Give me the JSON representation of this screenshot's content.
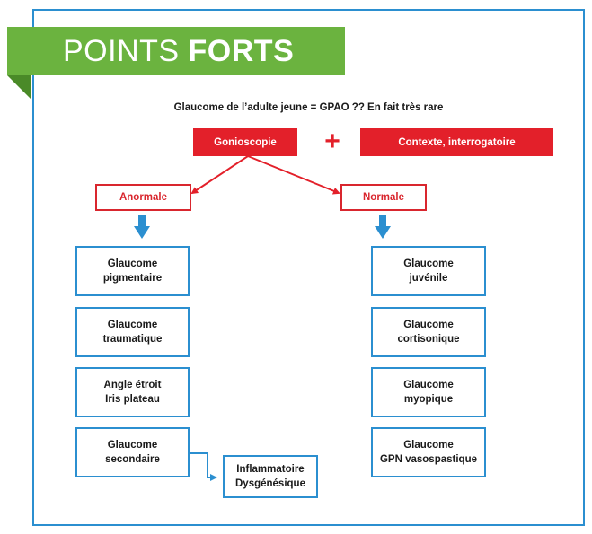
{
  "banner": {
    "title_light": "POINTS ",
    "title_bold": "FORTS"
  },
  "headline": "Glaucome de l’adulte jeune = GPAO ?? En fait très rare",
  "top": {
    "left_box": "Gonioscopie",
    "plus": "+",
    "right_box": "Contexte, interrogatoire"
  },
  "branches": {
    "left": "Anormale",
    "right": "Normale"
  },
  "left_column": [
    {
      "line1": "Glaucome",
      "line2": "pigmentaire"
    },
    {
      "line1": "Glaucome",
      "line2": "traumatique"
    },
    {
      "line1": "Angle étroit",
      "line2": "Iris plateau"
    },
    {
      "line1": "Glaucome",
      "line2": "secondaire"
    }
  ],
  "secondary_child": {
    "line1": "Inflammatoire",
    "line2": "Dysgénésique"
  },
  "right_column": [
    {
      "line1": "Glaucome",
      "line2": "juvénile"
    },
    {
      "line1": "Glaucome",
      "line2": "cortisonique"
    },
    {
      "line1": "Glaucome",
      "line2": "myopique"
    },
    {
      "line1": "Glaucome",
      "line2": "GPN vasospastique"
    }
  ],
  "colors": {
    "red": "#e3202a",
    "blue": "#2b8fd0",
    "green": "#6bb33f"
  }
}
